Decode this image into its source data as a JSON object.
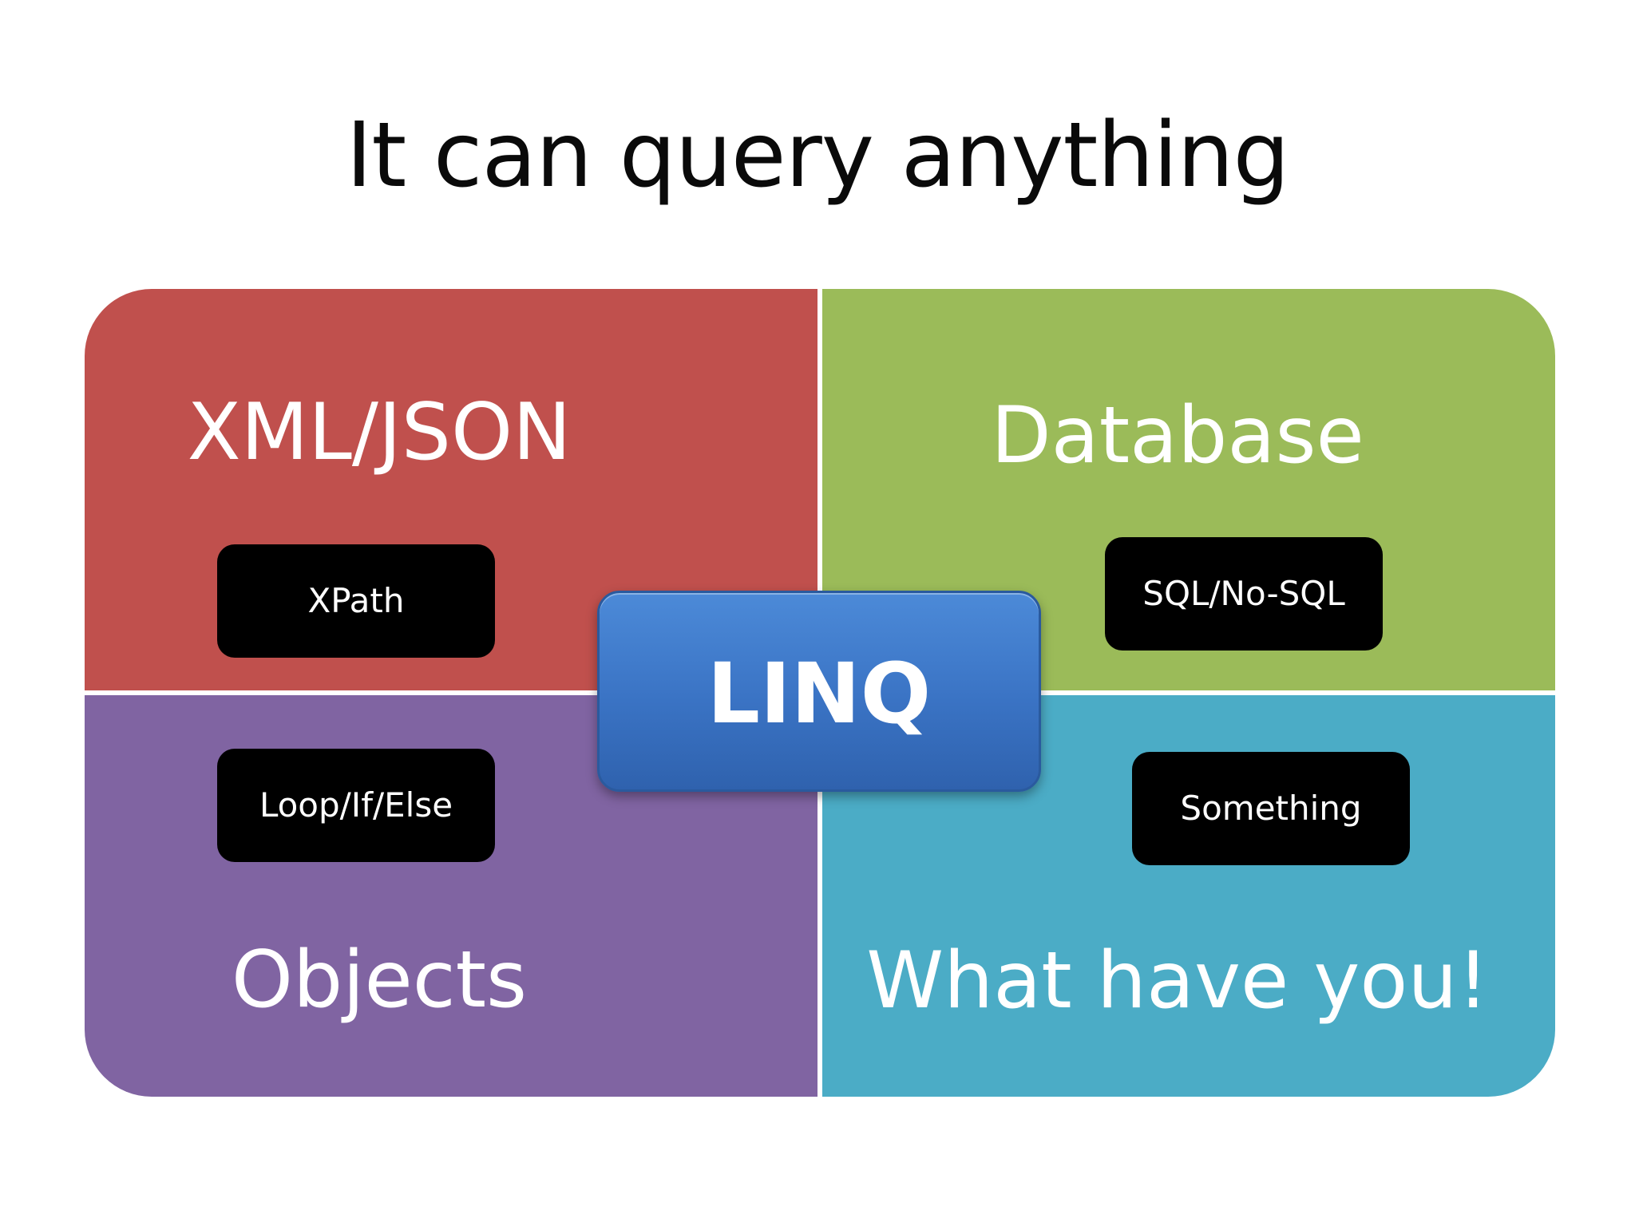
{
  "title": "It can query anything",
  "center": {
    "label": "LINQ",
    "color": "#3a73c4"
  },
  "quadrants": [
    {
      "label": "XML/JSON",
      "color": "#c0504d",
      "tool": "XPath"
    },
    {
      "label": "Database",
      "color": "#9bbb59",
      "tool": "SQL/No-SQL"
    },
    {
      "label": "Objects",
      "color": "#8064a2",
      "tool": "Loop/If/Else"
    },
    {
      "label": "What have you!",
      "color": "#4bacc6",
      "tool": "Something"
    }
  ]
}
